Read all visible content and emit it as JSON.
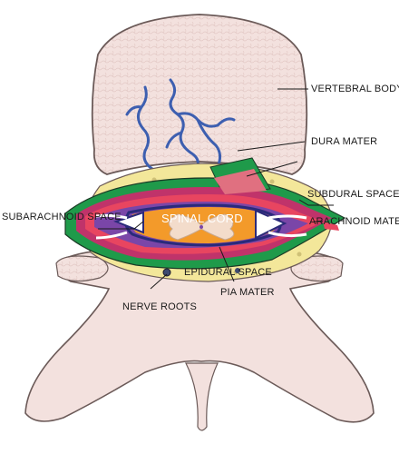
{
  "labels": {
    "vertebral_body": "VERTEBRAL BODY",
    "dura_mater": "DURA MATER",
    "subdural_space": "SUBDURAL SPACE",
    "subarachnoid_space": "SUBARACHNOID SPACE",
    "spinal_cord": "SPINAL CORD",
    "arachnoid_mater": "ARACHNOID MATER",
    "epidural_space": "EPIDURAL SPACE",
    "nerve_roots": "NERVE ROOTS",
    "pia_mater": "PIA MATER"
  },
  "colors": {
    "bone": "#f3e1de",
    "bone_outline": "#6b5a58",
    "blood_vessel": "#3d5fb0",
    "epidural_fat": "#f3e79a",
    "dura": "#1f9a4a",
    "subdural": "#c0336a",
    "arachnoid": "#e84560",
    "subarachnoid": "#7a46a8",
    "pia": "#2a2a7a",
    "spinal_cord": "#f39a2a",
    "gray_matter": "#f3dccb"
  }
}
